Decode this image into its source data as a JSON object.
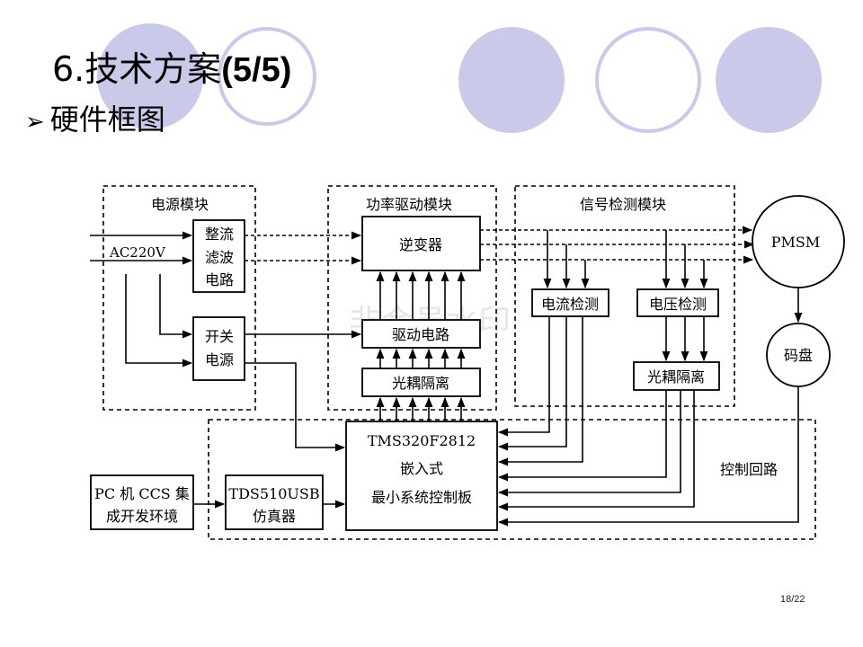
{
  "slide": {
    "title": "6.技术方案",
    "title_suffix": "(5/5)",
    "subtitle": "硬件框图",
    "page": "18/22",
    "watermark": "非会员水印"
  },
  "colors": {
    "circle_fill": "#c9c9ea",
    "circle_ring": "#c9c9ea",
    "line": "#000000"
  },
  "diagram": {
    "regions": {
      "power": "电源模块",
      "driver": "功率驱动模块",
      "signal": "信号检测模块",
      "control": "控制回路"
    },
    "blocks": {
      "rectifier": [
        "整流",
        "滤波",
        "电路"
      ],
      "switch_ps": [
        "开关",
        "电源"
      ],
      "inverter": "逆变器",
      "drive": "驱动电路",
      "opto1": "光耦隔离",
      "current": "电流检测",
      "voltage": "电压检测",
      "opto2": "光耦隔离",
      "pmsm": "PMSM",
      "encoder": "码盘",
      "dsp": [
        "TMS320F2812",
        "嵌入式",
        "最小系统控制板"
      ],
      "pc": [
        "PC 机 CCS 集",
        "成开发环境"
      ],
      "emulator": [
        "TDS510USB",
        "仿真器"
      ]
    },
    "input_label": "AC220V"
  }
}
